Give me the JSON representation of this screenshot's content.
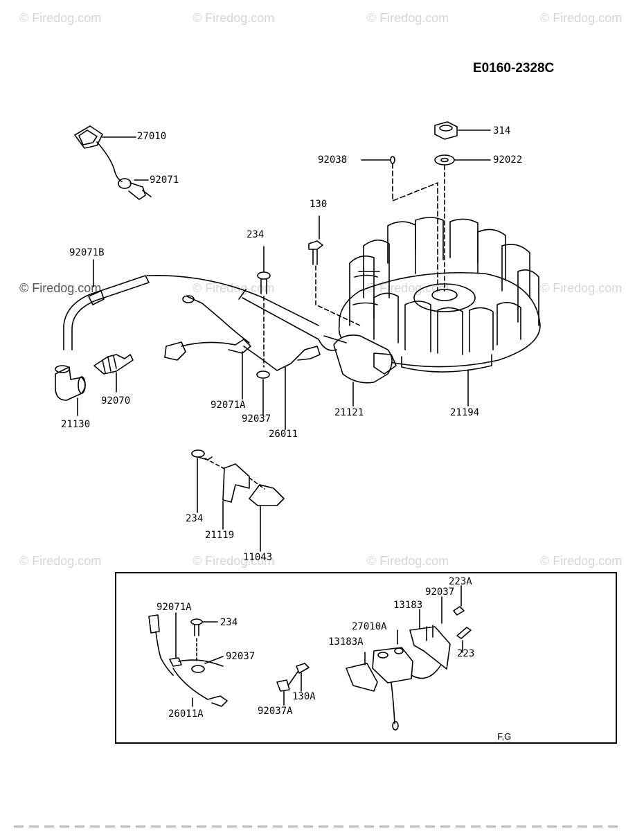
{
  "diagram_code": "E0160-2328C",
  "watermark": "© Firedog.com",
  "inset_tag": "F,G",
  "labels": {
    "p27010": "27010",
    "p92071": "92071",
    "p92071b": "92071B",
    "p314": "314",
    "p92038": "92038",
    "p92022": "92022",
    "p130": "130",
    "p234a": "234",
    "p92070": "92070",
    "p21130": "21130",
    "p92071a": "92071A",
    "p92037": "92037",
    "p26011": "26011",
    "p21121": "21121",
    "p21194": "21194",
    "p234b": "234",
    "p21119": "21119",
    "p11043": "11043",
    "i92071a": "92071A",
    "i234": "234",
    "i92037": "92037",
    "i26011a": "26011A",
    "i130a": "130A",
    "i92037a": "92037A",
    "i27010a": "27010A",
    "i13183a": "13183A",
    "i13183": "13183",
    "i92037b": "92037",
    "i223a": "223A",
    "i223": "223"
  }
}
